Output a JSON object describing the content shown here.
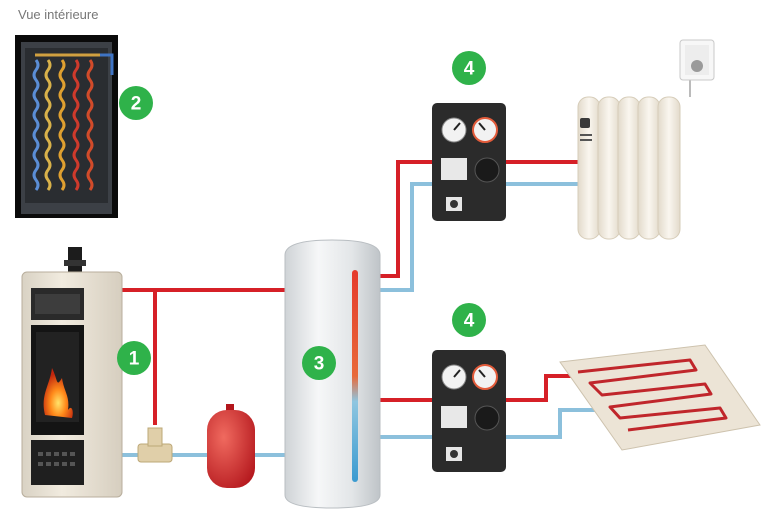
{
  "caption": "Vue intérieure",
  "markers": [
    {
      "id": "1",
      "label": "1"
    },
    {
      "id": "2",
      "label": "2"
    },
    {
      "id": "3",
      "label": "3"
    },
    {
      "id": "4a",
      "label": "4"
    },
    {
      "id": "4b",
      "label": "4"
    }
  ],
  "colors": {
    "hot_pipe": "#d62027",
    "cold_pipe": "#8cc0dc",
    "marker_green": "#2fb24a",
    "expansion_vessel": "#d9262b",
    "pump_unit": "#2b2b2b",
    "radiator": "#f1ebe0",
    "stove_body": "#ece5d8"
  },
  "icons": [
    "stove-icon",
    "heat-exchanger-icon",
    "buffer-tank-icon",
    "pump-station-icon",
    "radiator-icon",
    "underfloor-heating-icon",
    "expansion-vessel-icon",
    "thermostat-icon",
    "flame-icon",
    "gauge-icon"
  ]
}
